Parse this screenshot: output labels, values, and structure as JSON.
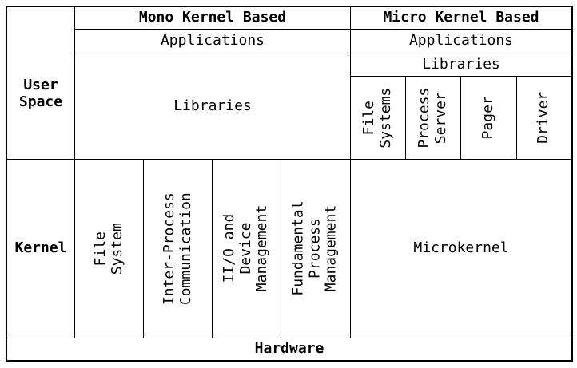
{
  "headers": {
    "mono": "Mono Kernel Based",
    "micro": "Micro Kernel Based"
  },
  "rows": {
    "user_space": "User\nSpace",
    "kernel": "Kernel",
    "hardware": "Hardware"
  },
  "mono": {
    "applications": "Applications",
    "libraries": "Libraries",
    "kernel_parts": [
      "File System",
      "Inter-Process\nCommunication",
      "II/O and Device\nManagement",
      "Fundamental Process\nManagement"
    ]
  },
  "micro": {
    "applications": "Applications",
    "libraries": "Libraries",
    "servers": [
      "File\nSystems",
      "Process\nServer",
      "Pager",
      "Driver"
    ],
    "microkernel": "Microkernel"
  }
}
